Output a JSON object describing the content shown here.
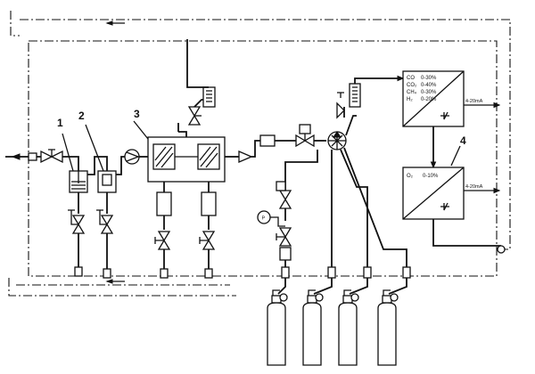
{
  "callouts": {
    "c1": "1",
    "c2": "2",
    "c3": "3",
    "c4": "4"
  },
  "analyzer_top": {
    "rows": [
      {
        "gas": "CO",
        "range": "0-30%"
      },
      {
        "gas": "CO₂",
        "range": "0-40%"
      },
      {
        "gas": "CH₄",
        "range": "0-30%"
      },
      {
        "gas": "H₂",
        "range": "0-20%"
      }
    ],
    "output": "4-20mA"
  },
  "analyzer_bottom": {
    "gas": "O₂",
    "range": "0-10%",
    "output": "4-20mA"
  },
  "instrument_tags": {
    "pressure_gauge": "P"
  }
}
